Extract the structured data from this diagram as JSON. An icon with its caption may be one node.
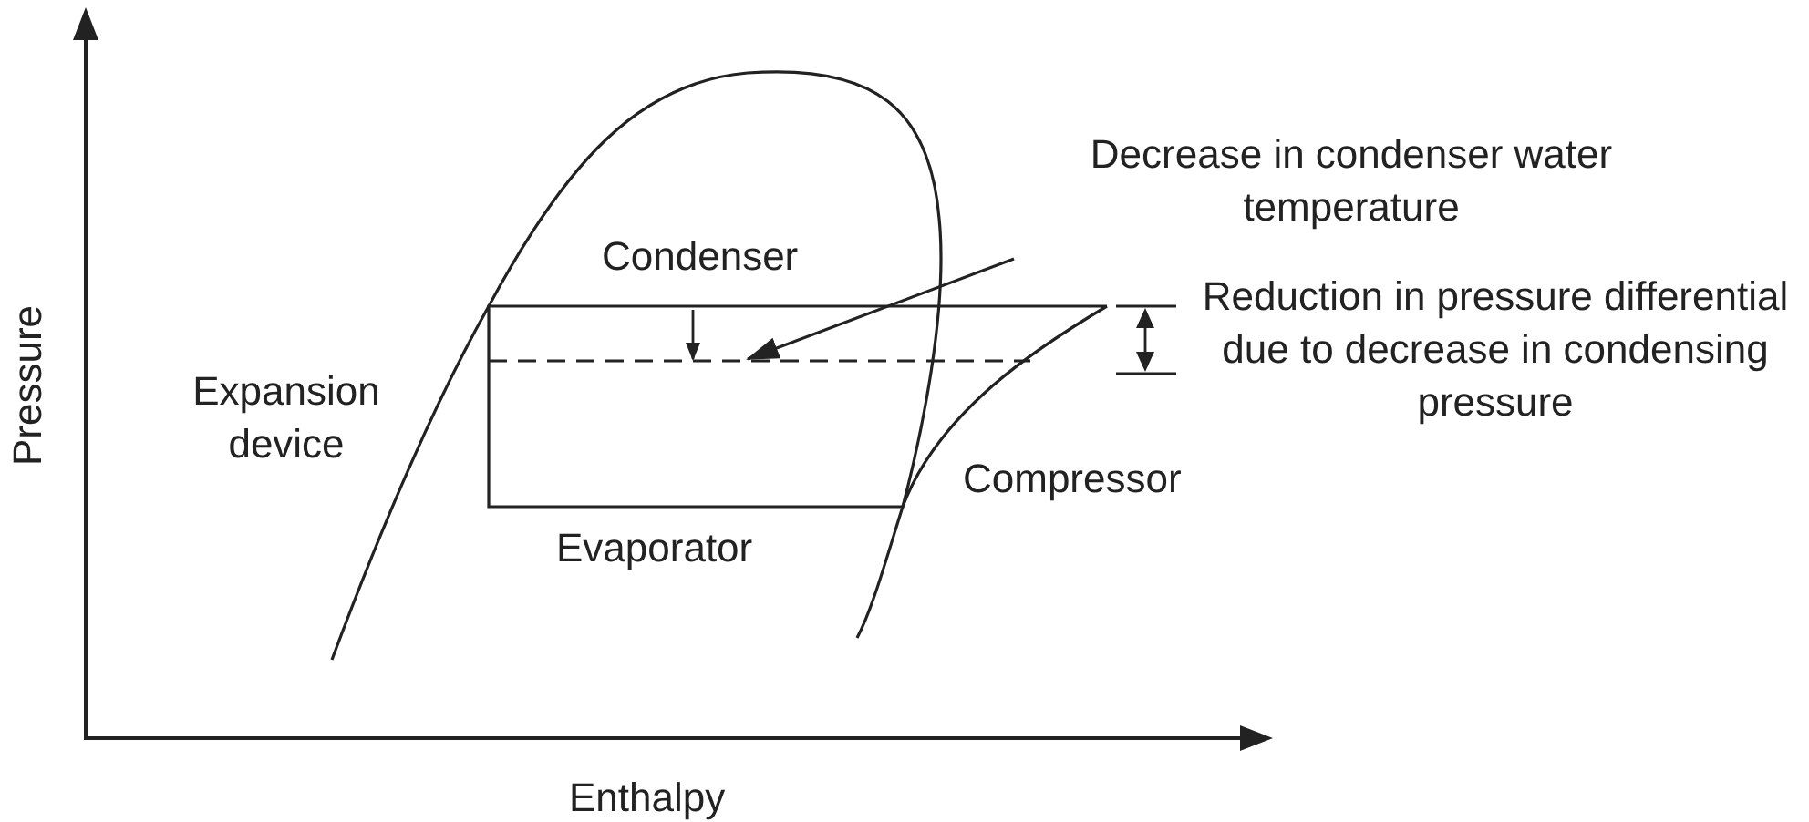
{
  "diagram": {
    "nodes": [
      {
        "text": [
          "Decrease in condenser water temperature"
        ]
      },
      {
        "text": [],
        "shape": "line"
      }
    ],
    "edges": [
      {
        "from": 0,
        "to": 1,
        "arrow": "to"
      }
    ],
    "labels": [
      "Condenser",
      "Reduction in pressure differential due to decrease in condensing pressure",
      "Pressure",
      "Expansion device",
      "Compressor",
      "Evaporator",
      "Enthalpy"
    ]
  }
}
